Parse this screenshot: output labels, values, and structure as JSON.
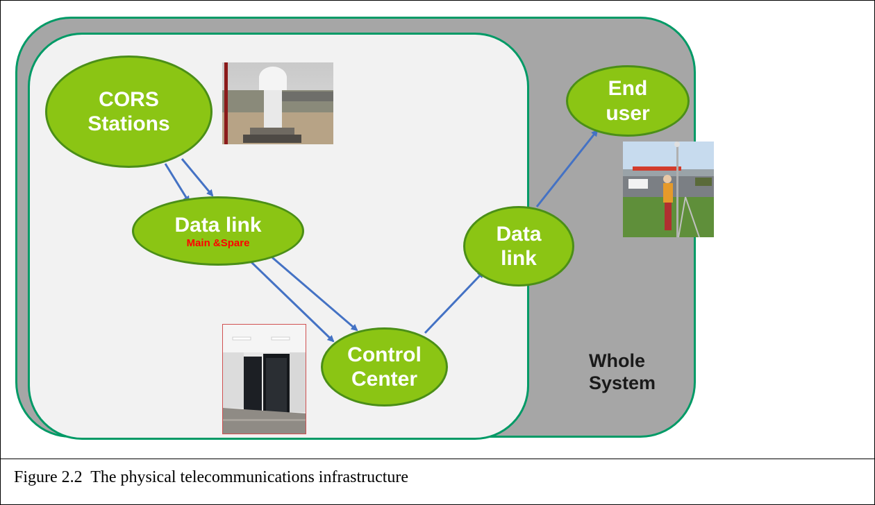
{
  "diagram": {
    "nodes": {
      "cors": {
        "line1": "CORS",
        "line2": "Stations"
      },
      "datalink_main": {
        "title": "Data link",
        "subtitle": "Main &Spare"
      },
      "control": {
        "line1": "Control",
        "line2": "Center"
      },
      "datalink_out": {
        "line1": "Data",
        "line2": "link"
      },
      "end_user": {
        "line1": "End",
        "line2": "user"
      }
    },
    "regions": {
      "whole_system": {
        "line1": "Whole",
        "line2": "System"
      }
    },
    "photos": [
      "gnss-antenna-photo",
      "server-room-photo",
      "surveyor-photo"
    ],
    "colors": {
      "node_fill": "#8bc514",
      "node_border": "#4b8f17",
      "region_border": "#009a66",
      "whole_system_fill": "#a6a6a6",
      "subsystem_fill": "#f2f2f2",
      "arrow": "#4472c4",
      "subtitle": "#ff0000"
    }
  },
  "caption": "Figure 2.2  The physical telecommunications infrastructure"
}
